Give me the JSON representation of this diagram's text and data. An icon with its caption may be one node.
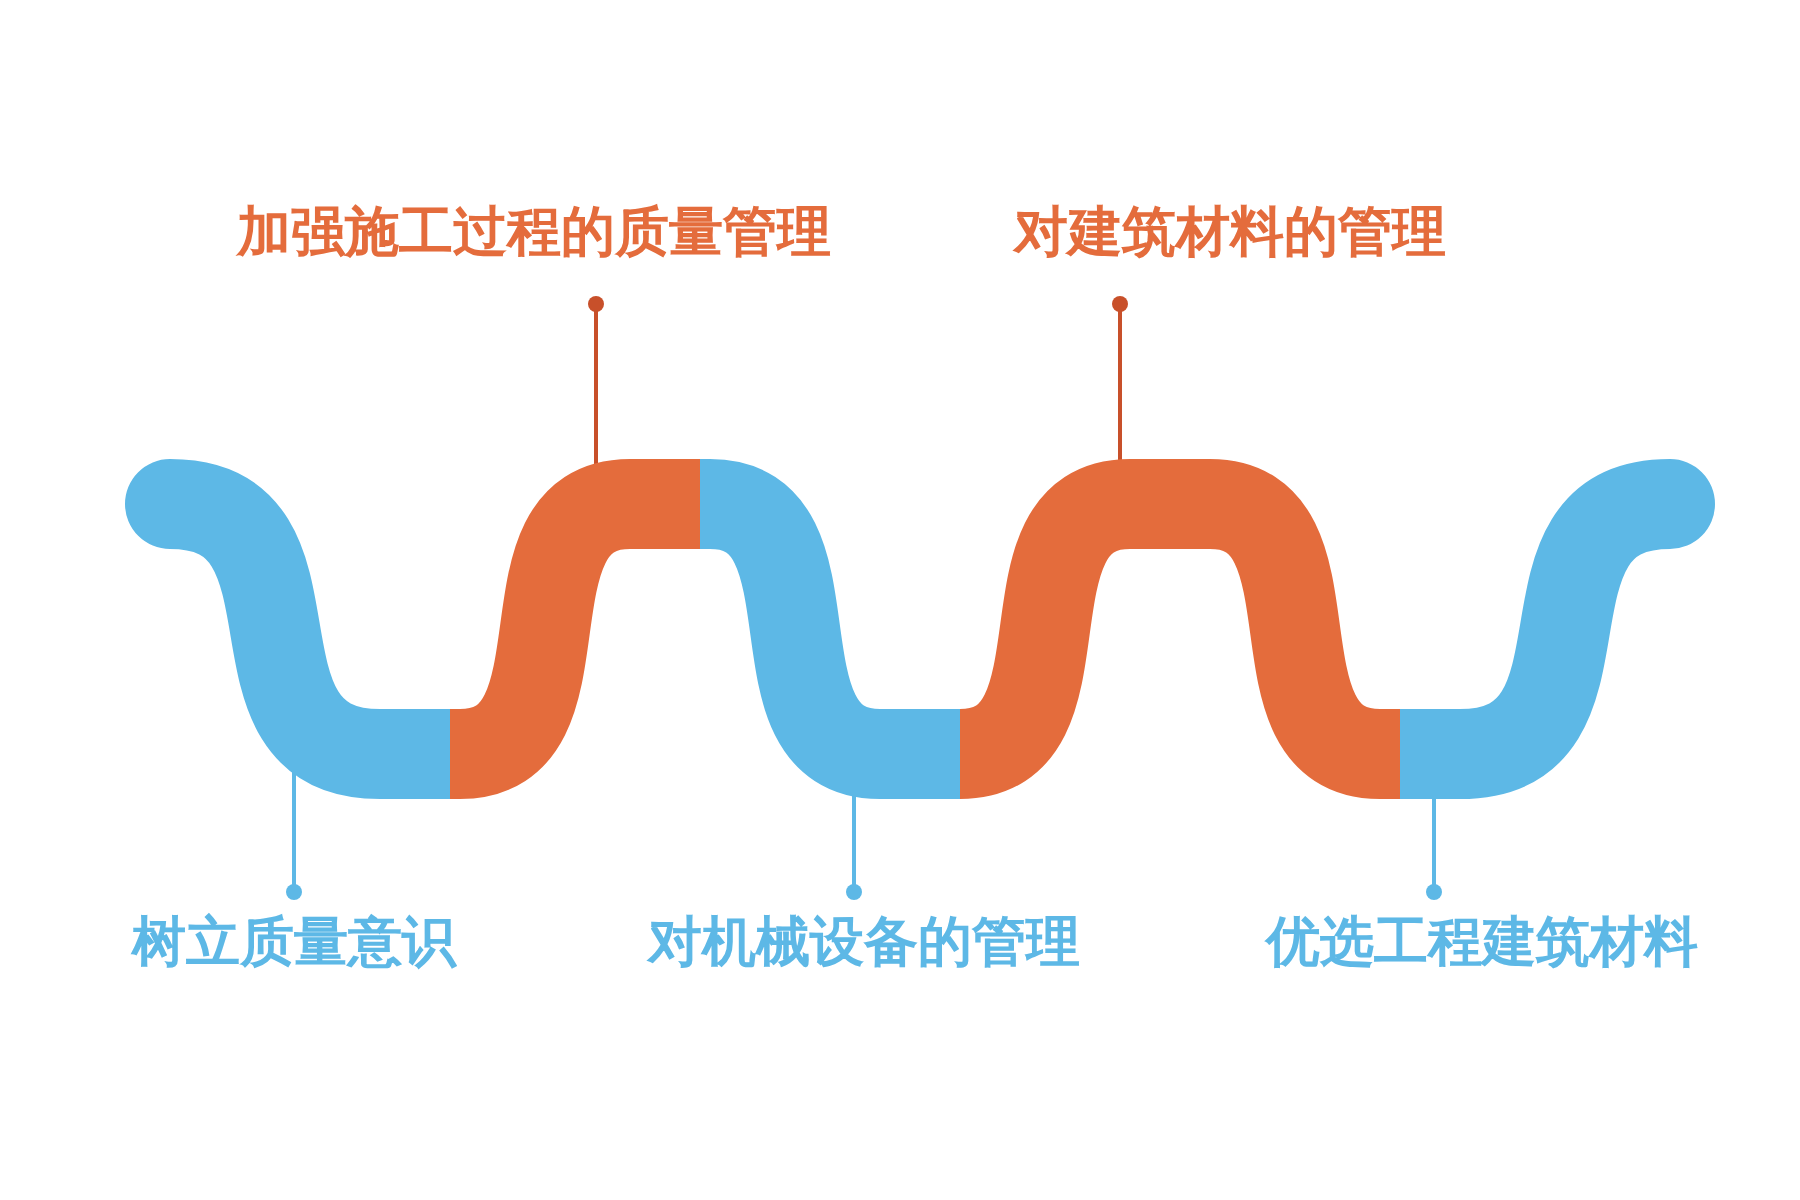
{
  "diagram": {
    "nodes": [
      {
        "text": [
          "加强施工过程的质量管理"
        ]
      },
      {
        "text": [
          "对建筑材料的管理"
        ]
      },
      {
        "text": [],
        "shape": "bar"
      },
      {
        "text": [],
        "shape": "bar"
      },
      {
        "text": [],
        "shape": "bar"
      },
      {
        "text": [],
        "shape": "bar"
      },
      {
        "text": [],
        "shape": "bar"
      },
      {
        "text": [
          "树立质量意识"
        ]
      },
      {
        "text": [
          "对机械设备的管理"
        ]
      },
      {
        "text": [
          "优选工程建筑材料"
        ]
      }
    ],
    "edges": [
      {
        "from": 0,
        "to": 3,
        "arrow": "other",
        "color": "#c8502a"
      },
      {
        "from": 1,
        "to": 5,
        "arrow": "other",
        "color": "#c8502a"
      },
      {
        "from": 7,
        "to": 2,
        "arrow": "other"
      },
      {
        "from": 8,
        "to": 4,
        "arrow": "other"
      },
      {
        "from": 9,
        "to": 6,
        "arrow": "other"
      }
    ]
  }
}
